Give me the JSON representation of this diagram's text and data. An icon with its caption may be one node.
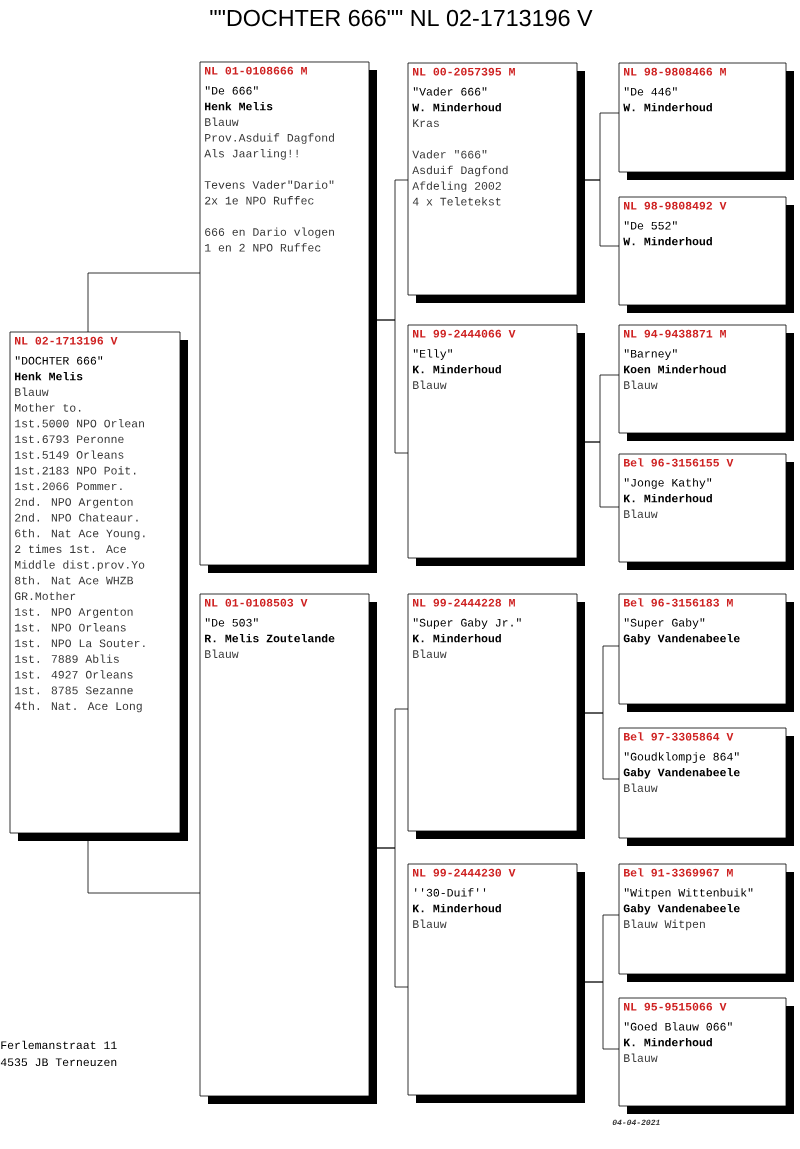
{
  "diagram": {
    "title": "\"\"DOCHTER 666\"\" NL 02-1713196 V",
    "nodes": [
      {
        "text": [
          "NL 02-1713196 V",
          "\"DOCHTER 666\"",
          "Henk Melis",
          "Blauw",
          "Mother to.",
          "1st.5000 NPO Orlean",
          "1st.6793 Peronne",
          "1st.5149 Orleans",
          "1st.2183 NPO Poit.",
          "1st.2066 Pommer.",
          "2nd. NPO Argenton",
          "2nd. NPO Chateaur.",
          "6th. Nat Ace Young.",
          "2 times 1st. Ace",
          "Middle dist.prov.Yo",
          "8th. Nat Ace WHZB",
          "GR.Mother",
          "1st. NPO Argenton",
          "1st. NPO Orleans",
          "1st. NPO La Souter.",
          "1st. 7889 Ablis",
          "1st. 4927 Orleans",
          "1st. 8785 Sezanne",
          "4th. Nat. Ace Long"
        ]
      },
      {
        "text": [
          "NL 01-0108666 M",
          "\"De 666\"",
          "Henk Melis",
          "Blauw",
          "Prov.Asduif Dagfond",
          "Als Jaarling!!",
          "Tevens Vader\"Dario\"",
          "2x 1e NPO Ruffec",
          "666 en Dario vlogen",
          "1 en 2 NPO Ruffec"
        ]
      },
      {
        "text": [
          "NL 01-0108503 V",
          "\"De 503\"",
          "R. Melis Zoutelande",
          "Blauw"
        ]
      },
      {
        "text": [
          "NL 00-2057395 M",
          "\"Vader 666\"",
          "W. Minderhoud",
          "Kras",
          "Vader \"666\"",
          "Asduif Dagfond",
          "Afdeling 2002",
          "4 x Teletekst"
        ]
      },
      {
        "text": [
          "NL 99-2444066 V",
          "\"Elly\"",
          "K. Minderhoud",
          "Blauw"
        ]
      },
      {
        "text": [
          "NL 99-2444228 M",
          "\"Super Gaby Jr.\"",
          "K. Minderhoud",
          "Blauw"
        ]
      },
      {
        "text": [
          "NL 99-2444230 V",
          "''30-Duif''",
          "K. Minderhoud",
          "Blauw"
        ]
      },
      {
        "text": [
          "NL 98-9808466 M",
          "\"De 446\"",
          "W. Minderhoud"
        ]
      },
      {
        "text": [
          "NL 98-9808492 V",
          "\"De 552\"",
          "W. Minderhoud"
        ]
      },
      {
        "text": [
          "NL 94-9438871 M",
          "\"Barney\"",
          "Koen Minderhoud",
          "Blauw"
        ]
      },
      {
        "text": [
          "Bel 96-3156155 V",
          "\"Jonge Kathy\"",
          "K. Minderhoud",
          "Blauw"
        ]
      },
      {
        "text": [
          "Bel 96-3156183 M",
          "\"Super Gaby\"",
          "Gaby Vandenabeele"
        ]
      },
      {
        "text": [
          "Bel 97-3305864 V",
          "\"Goudklompje 864\"",
          "Gaby Vandenabeele",
          "Blauw"
        ]
      },
      {
        "text": [
          "Bel 91-3369967 M",
          "\"Witpen Wittenbuik\"",
          "Gaby Vandenabeele",
          "Blauw Witpen"
        ]
      },
      {
        "text": [
          "NL 95-9515066 V",
          "\"Goed Blauw 066\"",
          "K. Minderhoud",
          "Blauw"
        ]
      }
    ],
    "edges": [
      {
        "from": 0,
        "to": 1,
        "arrow": "none"
      },
      {
        "from": 0,
        "to": 2,
        "arrow": "none"
      },
      {
        "from": 1,
        "to": 3,
        "arrow": "none"
      },
      {
        "from": 1,
        "to": 4,
        "arrow": "none"
      },
      {
        "from": 2,
        "to": 5,
        "arrow": "none"
      },
      {
        "from": 2,
        "to": 6,
        "arrow": "none"
      },
      {
        "from": 3,
        "to": 7,
        "arrow": "none"
      },
      {
        "from": 3,
        "to": 8,
        "arrow": "none"
      },
      {
        "from": 4,
        "to": 9,
        "arrow": "none"
      },
      {
        "from": 4,
        "to": 10,
        "arrow": "none"
      },
      {
        "from": 5,
        "to": 11,
        "arrow": "none"
      },
      {
        "from": 5,
        "to": 12,
        "arrow": "none"
      },
      {
        "from": 6,
        "to": 13,
        "arrow": "none"
      },
      {
        "from": 6,
        "to": 14,
        "arrow": "none"
      }
    ],
    "labels": [
      "Ferlemanstraat 11",
      "4535 JB Terneuzen",
      "04-04-2021"
    ]
  }
}
